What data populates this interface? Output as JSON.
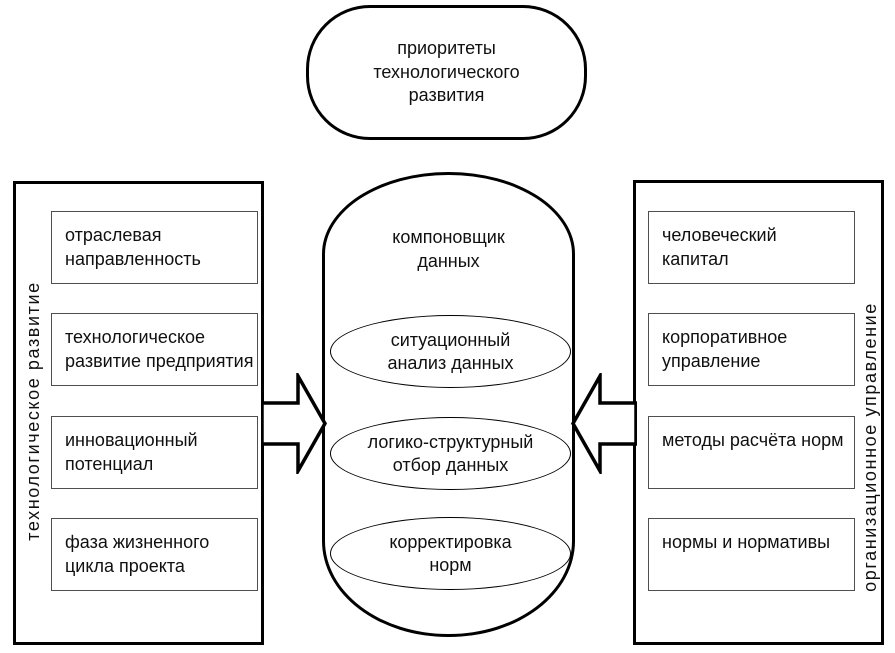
{
  "diagram": {
    "top_bubble": {
      "lines": [
        "приоритеты",
        "технологического",
        "развития"
      ]
    },
    "left_panel": {
      "side_label": "технологическое развитие",
      "boxes": [
        {
          "lines": [
            "отраслевая",
            "направленность"
          ]
        },
        {
          "lines": [
            "технологическое",
            "развитие предприятия"
          ]
        },
        {
          "lines": [
            "инновационный",
            "потенциал"
          ]
        },
        {
          "lines": [
            "фаза жизненного",
            "цикла проекта"
          ]
        }
      ]
    },
    "center": {
      "label_lines": [
        "компоновщик",
        "данных"
      ],
      "ellipses": [
        {
          "lines": [
            "ситуационный",
            "анализ данных"
          ]
        },
        {
          "lines": [
            "логико-структурный",
            "отбор данных"
          ]
        },
        {
          "lines": [
            "корректировка",
            "норм"
          ]
        }
      ]
    },
    "right_panel": {
      "side_label": "организационное управление",
      "boxes": [
        {
          "lines": [
            "человеческий",
            "капитал"
          ]
        },
        {
          "lines": [
            "корпоративное",
            "управление"
          ]
        },
        {
          "lines": [
            "методы расчёта норм"
          ]
        },
        {
          "lines": [
            "нормы и нормативы"
          ]
        }
      ]
    },
    "colors": {
      "stroke": "#000000",
      "box_border": "#4f4f4f",
      "background": "#ffffff",
      "text": "#101010"
    }
  }
}
